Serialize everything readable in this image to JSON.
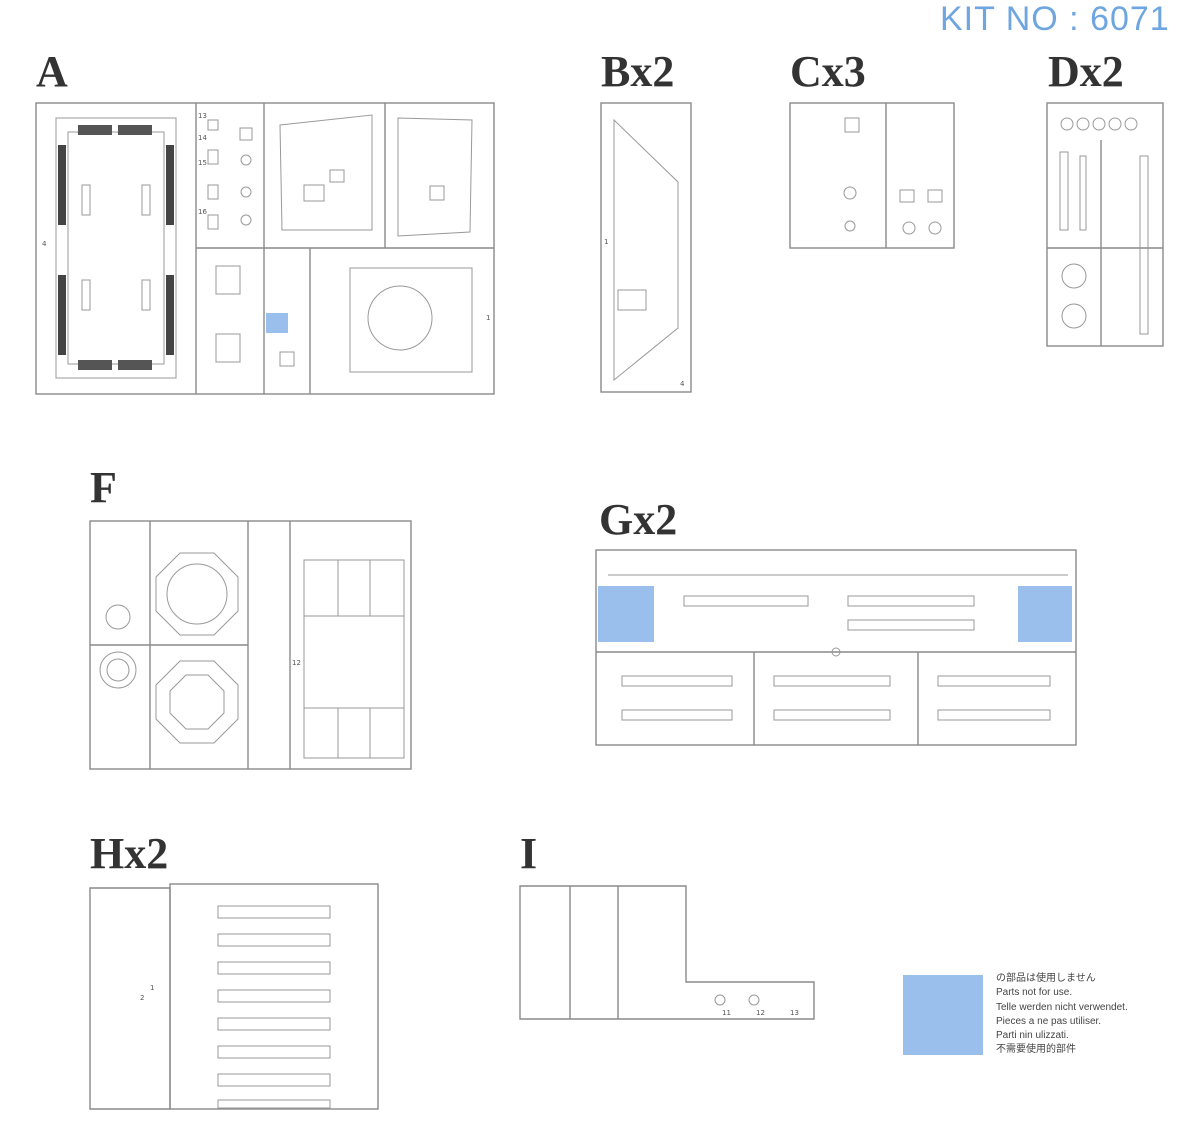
{
  "kit_no": "KIT NO : 6071",
  "sprues": {
    "a": "A",
    "b": "Bx2",
    "c": "Cx3",
    "d": "Dx2",
    "f": "F",
    "g": "Gx2",
    "h": "Hx2",
    "i": "I"
  },
  "legend": {
    "color": "#9bbfec",
    "lines": [
      "の部品は使用しません",
      "Parts not for use.",
      "Telle werden nicht verwendet.",
      "Pieces a ne pas utiliser.",
      "Parti nin ulizzati.",
      "不需要使用的部件"
    ]
  }
}
